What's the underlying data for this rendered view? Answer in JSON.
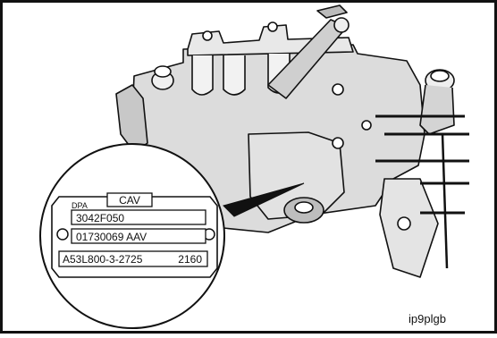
{
  "plate": {
    "label_dpa": "DPA",
    "brand": "CAV",
    "line1": "3042F050",
    "line2": "01730069 AAV",
    "line3_code": "A53L800-3-2725",
    "line3_num": "2160"
  },
  "figure_ref": "ip9plgb",
  "colors": {
    "ink": "#111111",
    "shade": "#d9d9d9",
    "paper": "#ffffff"
  }
}
